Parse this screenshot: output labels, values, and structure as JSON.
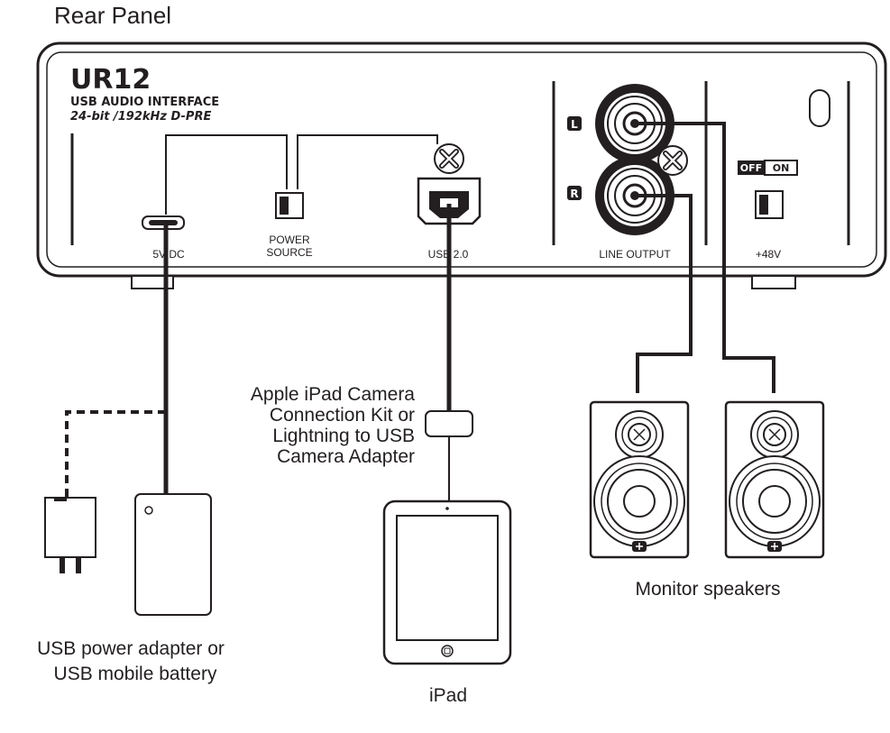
{
  "section_title": "Rear Panel",
  "device": {
    "model": "UR12",
    "subtitle": "USB AUDIO INTERFACE",
    "spec_line": "24-bit /192kHz D-PRE",
    "ports": {
      "power_in": "5V DC",
      "power_source": [
        "POWER",
        "SOURCE"
      ],
      "usb": "USB 2.0",
      "line_output": "LINE OUTPUT",
      "phantom": "+48V",
      "left_channel": "L",
      "right_channel": "R",
      "switch_off": "OFF",
      "switch_on": "ON"
    }
  },
  "adapter": {
    "label_lines": [
      "Apple iPad Camera",
      "Connection Kit or",
      "Lightning to USB",
      "Camera Adapter"
    ]
  },
  "power_source_label": [
    "USB power adapter or",
    "USB mobile battery"
  ],
  "ipad_label": "iPad",
  "speakers_label": "Monitor speakers"
}
